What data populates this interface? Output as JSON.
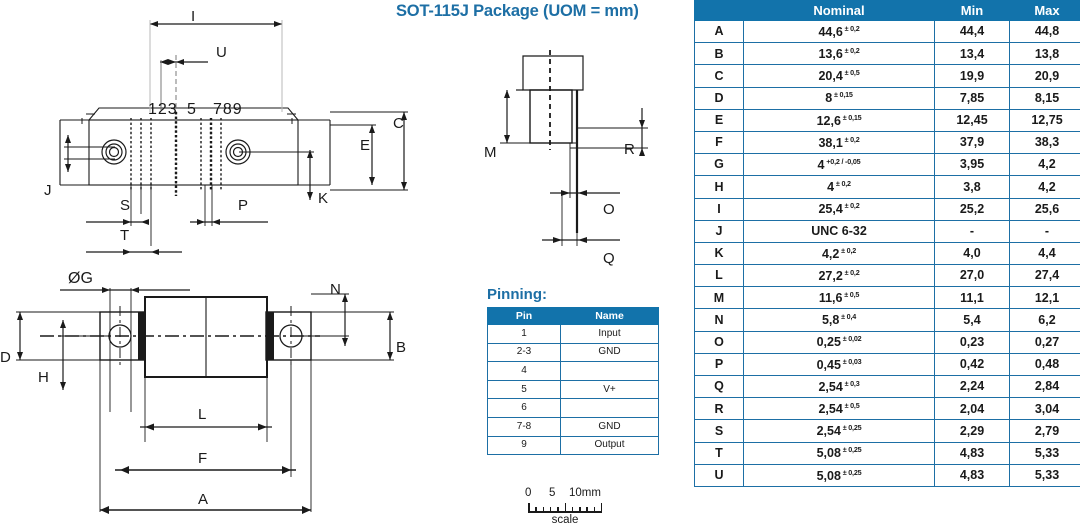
{
  "title": "SOT-115J Package (UOM = mm)",
  "colors": {
    "brand_blue": "#1d6fa5",
    "table_header_blue": "#1273ab",
    "line_black": "#1a1a1a",
    "background": "#ffffff"
  },
  "dimension_table": {
    "headers": [
      "",
      "Nominal",
      "Min",
      "Max"
    ],
    "rows": [
      {
        "key": "A",
        "nominal": "44,6",
        "tol": "± 0,2",
        "min": "44,4",
        "max": "44,8"
      },
      {
        "key": "B",
        "nominal": "13,6",
        "tol": "± 0,2",
        "min": "13,4",
        "max": "13,8"
      },
      {
        "key": "C",
        "nominal": "20,4",
        "tol": "± 0,5",
        "min": "19,9",
        "max": "20,9"
      },
      {
        "key": "D",
        "nominal": "8",
        "tol": "± 0,15",
        "min": "7,85",
        "max": "8,15"
      },
      {
        "key": "E",
        "nominal": "12,6",
        "tol": "± 0,15",
        "min": "12,45",
        "max": "12,75"
      },
      {
        "key": "F",
        "nominal": "38,1",
        "tol": "± 0,2",
        "min": "37,9",
        "max": "38,3"
      },
      {
        "key": "G",
        "nominal": "4",
        "tol": "+0,2 / -0,05",
        "min": "3,95",
        "max": "4,2"
      },
      {
        "key": "H",
        "nominal": "4",
        "tol": "± 0,2",
        "min": "3,8",
        "max": "4,2"
      },
      {
        "key": "I",
        "nominal": "25,4",
        "tol": "± 0,2",
        "min": "25,2",
        "max": "25,6"
      },
      {
        "key": "J",
        "nominal": "UNC 6-32",
        "tol": "",
        "min": "-",
        "max": "-"
      },
      {
        "key": "K",
        "nominal": "4,2",
        "tol": "± 0,2",
        "min": "4,0",
        "max": "4,4"
      },
      {
        "key": "L",
        "nominal": "27,2",
        "tol": "± 0,2",
        "min": "27,0",
        "max": "27,4"
      },
      {
        "key": "M",
        "nominal": "11,6",
        "tol": "± 0,5",
        "min": "11,1",
        "max": "12,1"
      },
      {
        "key": "N",
        "nominal": "5,8",
        "tol": "± 0,4",
        "min": "5,4",
        "max": "6,2"
      },
      {
        "key": "O",
        "nominal": "0,25",
        "tol": "± 0,02",
        "min": "0,23",
        "max": "0,27"
      },
      {
        "key": "P",
        "nominal": "0,45",
        "tol": "± 0,03",
        "min": "0,42",
        "max": "0,48"
      },
      {
        "key": "Q",
        "nominal": "2,54",
        "tol": "± 0,3",
        "min": "2,24",
        "max": "2,84"
      },
      {
        "key": "R",
        "nominal": "2,54",
        "tol": "± 0,5",
        "min": "2,04",
        "max": "3,04"
      },
      {
        "key": "S",
        "nominal": "2,54",
        "tol": "± 0,25",
        "min": "2,29",
        "max": "2,79"
      },
      {
        "key": "T",
        "nominal": "5,08",
        "tol": "± 0,25",
        "min": "4,83",
        "max": "5,33"
      },
      {
        "key": "U",
        "nominal": "5,08",
        "tol": "± 0,25",
        "min": "4,83",
        "max": "5,33"
      }
    ]
  },
  "pinning": {
    "title": "Pinning:",
    "headers": [
      "Pin",
      "Name"
    ],
    "rows": [
      {
        "pin": "1",
        "name": "Input"
      },
      {
        "pin": "2-3",
        "name": "GND"
      },
      {
        "pin": "4",
        "name": ""
      },
      {
        "pin": "5",
        "name": "V+"
      },
      {
        "pin": "6",
        "name": ""
      },
      {
        "pin": "7-8",
        "name": "GND"
      },
      {
        "pin": "9",
        "name": "Output"
      }
    ]
  },
  "scale": {
    "ticks": [
      "0",
      "5",
      "10mm"
    ],
    "label": "scale"
  },
  "drawing": {
    "pin_numbers": [
      "123",
      "5",
      "789"
    ],
    "front_view_labels": [
      "I",
      "U",
      "C",
      "E",
      "J",
      "S",
      "T",
      "P",
      "K"
    ],
    "bottom_view_labels": [
      "ØG",
      "D",
      "H",
      "N",
      "B",
      "L",
      "F",
      "A"
    ],
    "side_view_labels": [
      "M",
      "R",
      "O",
      "Q"
    ]
  }
}
